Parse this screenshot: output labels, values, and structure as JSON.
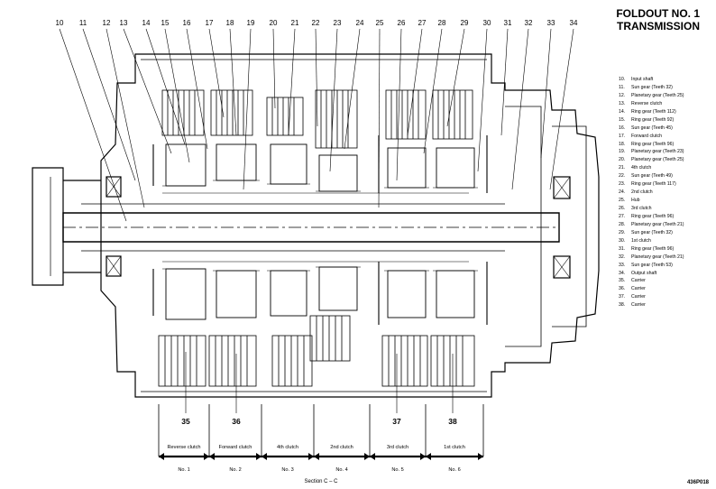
{
  "title_line1": "FOLDOUT NO. 1",
  "title_line2": "TRANSMISSION",
  "drawing_code": "436P018",
  "section_label": "Section C – C",
  "callouts_top": [
    "10",
    "11",
    "12",
    "13",
    "14",
    "15",
    "16",
    "17",
    "18",
    "19",
    "20",
    "21",
    "22",
    "23",
    "24",
    "25",
    "26",
    "27",
    "28",
    "29",
    "30",
    "31",
    "32",
    "33",
    "34"
  ],
  "callouts_bottom": [
    "35",
    "36",
    "37",
    "38"
  ],
  "clutch_labels": [
    "Reverse clutch",
    "Forward clutch",
    "4th clutch",
    "2nd clutch",
    "3rd clutch",
    "1st clutch"
  ],
  "clutch_numbers": [
    "No. 1",
    "No. 2",
    "No. 3",
    "No. 4",
    "No. 5",
    "No. 6"
  ],
  "legend": [
    {
      "num": "10.",
      "text": "Input shaft"
    },
    {
      "num": "11.",
      "text": "Sun gear (Teeth 32)"
    },
    {
      "num": "12.",
      "text": "Planetary gear (Teeth 25)"
    },
    {
      "num": "13.",
      "text": "Reverse clutch"
    },
    {
      "num": "14.",
      "text": "Ring gear (Teeth 112)"
    },
    {
      "num": "15.",
      "text": "Ring gear (Teeth 92)"
    },
    {
      "num": "16.",
      "text": "Sun gear (Teeth 45)"
    },
    {
      "num": "17.",
      "text": "Forward clutch"
    },
    {
      "num": "18.",
      "text": "Ring gear (Teeth 96)"
    },
    {
      "num": "19.",
      "text": "Planetary gear (Teeth 23)"
    },
    {
      "num": "20.",
      "text": "Planetary gear (Teeth 25)"
    },
    {
      "num": "21.",
      "text": "4th clutch"
    },
    {
      "num": "22.",
      "text": "Sun gear (Teeth 49)"
    },
    {
      "num": "23.",
      "text": "Ring gear (Teeth 117)"
    },
    {
      "num": "24.",
      "text": "2nd clutch"
    },
    {
      "num": "25.",
      "text": "Hub"
    },
    {
      "num": "26.",
      "text": "3rd clutch"
    },
    {
      "num": "27.",
      "text": "Ring gear (Teeth 96)"
    },
    {
      "num": "28.",
      "text": "Planetary gear (Teeth 21)"
    },
    {
      "num": "29.",
      "text": "Sun gear (Teeth 32)"
    },
    {
      "num": "30.",
      "text": "1st clutch"
    },
    {
      "num": "31.",
      "text": "Ring gear (Teeth 96)"
    },
    {
      "num": "32.",
      "text": "Planetary gear (Teeth 21)"
    },
    {
      "num": "33.",
      "text": "Sun gear (Teeth 53)"
    },
    {
      "num": "34.",
      "text": "Output shaft"
    },
    {
      "num": "35.",
      "text": "Carrier"
    },
    {
      "num": "36.",
      "text": "Carrier"
    },
    {
      "num": "37.",
      "text": "Carrier"
    },
    {
      "num": "38.",
      "text": "Carrier"
    }
  ]
}
